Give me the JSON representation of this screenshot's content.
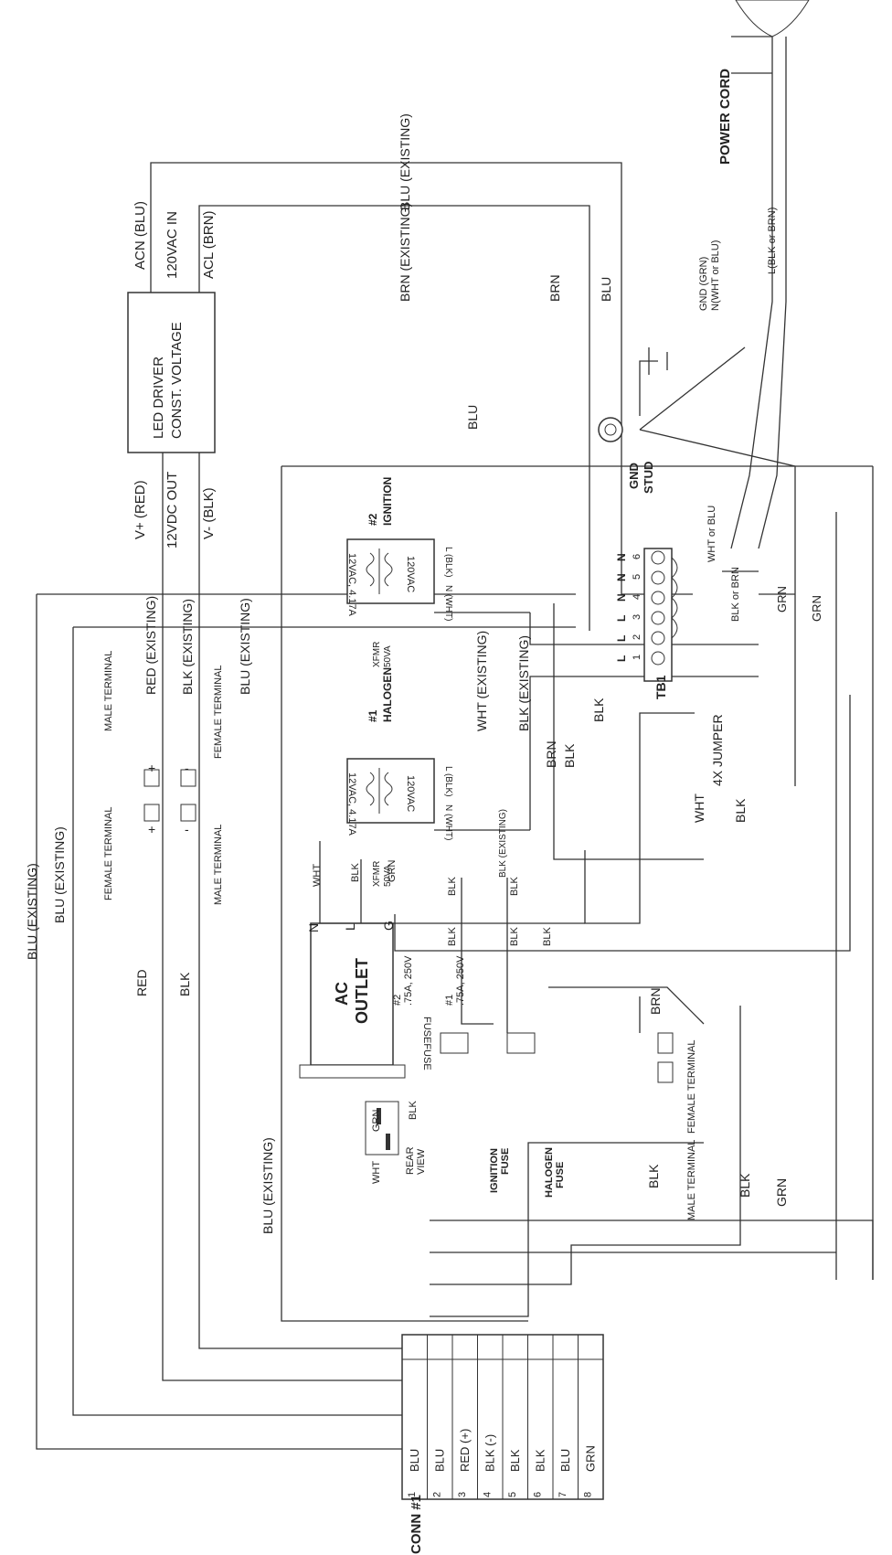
{
  "labels": {
    "blu_existing_top": "BLU (EXISTING)",
    "brn_existing_top": "BRN (EXISTING)",
    "acn": "ACN (BLU)",
    "vac_in": "120VAC IN",
    "acl": "ACL (BRN)",
    "led_driver_1": "LED DRIVER",
    "led_driver_2": "CONST. VOLTAGE",
    "v_plus": "V+ (RED)",
    "vdc_out": "12VDC OUT",
    "v_minus": "V- (BLK)",
    "power_cord": "POWER CORD",
    "gnd_grn": "GND (GRN)",
    "n_wht_blu": "N(WHT or BLU)",
    "l_blk_brn": "L(BLK or BRN)",
    "brn_wire": "BRN",
    "blu_wire": "BLU",
    "blu_mid": "BLU",
    "gnd_stud_1": "GND",
    "gnd_stud_2": "STUD",
    "wht_or_blu": "WHT or BLU",
    "blk_or_brn": "BLK or BRN",
    "grn_a": "GRN",
    "grn_b": "GRN",
    "ign_num": "#2",
    "ign_name": "IGNITION",
    "hal_num": "#1",
    "hal_name": "HALOGEN",
    "xfmr_1": "XFMR",
    "xfmr_2": "50VA",
    "sec": "12VAC, 4.17A",
    "pri": "120VAC",
    "n_wht": "N (WHT)",
    "l_blk": "L (BLK)",
    "red_existing": "RED (EXISTING)",
    "blk_existing": "BLK (EXISTING)",
    "blu_existing_vert": "BLU (EXISTING)",
    "wht_existing": "WHT (EXISTING)",
    "blk_existing_2": "BLK (EXISTING)",
    "blk_existing_small": "BLK (EXISTING)",
    "male_terminal": "MALE TERMINAL",
    "female_terminal": "FEMALE TERMINAL",
    "plus": "+",
    "minus": "-",
    "tb1": "TB1",
    "jumper": "4X JUMPER",
    "wht": "WHT",
    "blk": "BLK",
    "brn": "BRN",
    "grn": "GRN",
    "red": "RED",
    "blu_existing_left1": "BLU (EXISTING)",
    "blu_existing_left2": "BLU (EXISTING)",
    "ac_outlet_1": "AC",
    "ac_outlet_2": "OUTLET",
    "n": "N",
    "l": "L",
    "g": "G",
    "fuse2_a": "#2",
    "fuse2_b": ".75A, 250V",
    "fuse1_a": "#1",
    "fuse1_b": ".75A, 250V",
    "fusefuse": "FUSEFUSE",
    "ignition_fuse_1": "IGNITION",
    "ignition_fuse_2": "FUSE",
    "halogen_fuse_1": "HALOGEN",
    "halogen_fuse_2": "FUSE",
    "rear_view_1": "REAR",
    "rear_view_2": "VIEW",
    "conn": "CONN #1",
    "tb_pos": [
      "1",
      "2",
      "3",
      "4",
      "5",
      "6"
    ],
    "tb_type": [
      "L",
      "L",
      "L",
      "N",
      "N",
      "N"
    ]
  },
  "connector": {
    "pins": [
      "1",
      "2",
      "3",
      "4",
      "5",
      "6",
      "7",
      "8"
    ],
    "wires": [
      "BLU",
      "BLU",
      "RED (+)",
      "BLK (-)",
      "BLK",
      "BLK",
      "BLU",
      "GRN"
    ]
  }
}
